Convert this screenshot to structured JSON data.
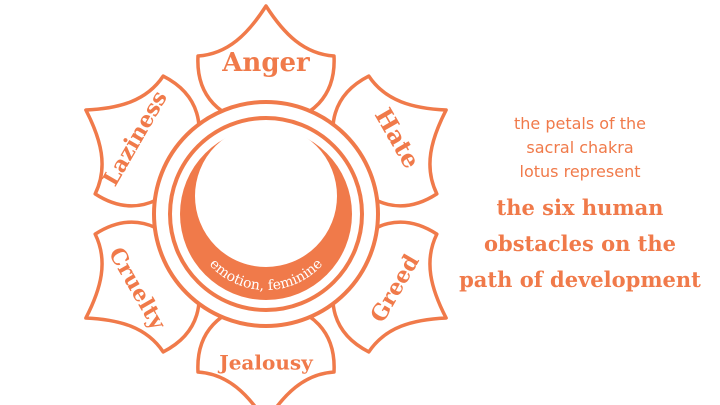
{
  "diagram": {
    "petals": [
      "Anger",
      "Hate",
      "Greed",
      "Jealousy",
      "Cruelty",
      "Laziness"
    ],
    "center_label": "emotion, feminine"
  },
  "caption": {
    "intro_lines": [
      "the petals of the",
      "sacral chakra",
      "lotus represent"
    ],
    "headline_lines": [
      "the six human",
      "obstacles on the",
      "path of development"
    ]
  },
  "colors": {
    "accent": "#f07a4a",
    "background": "#ffffff"
  }
}
